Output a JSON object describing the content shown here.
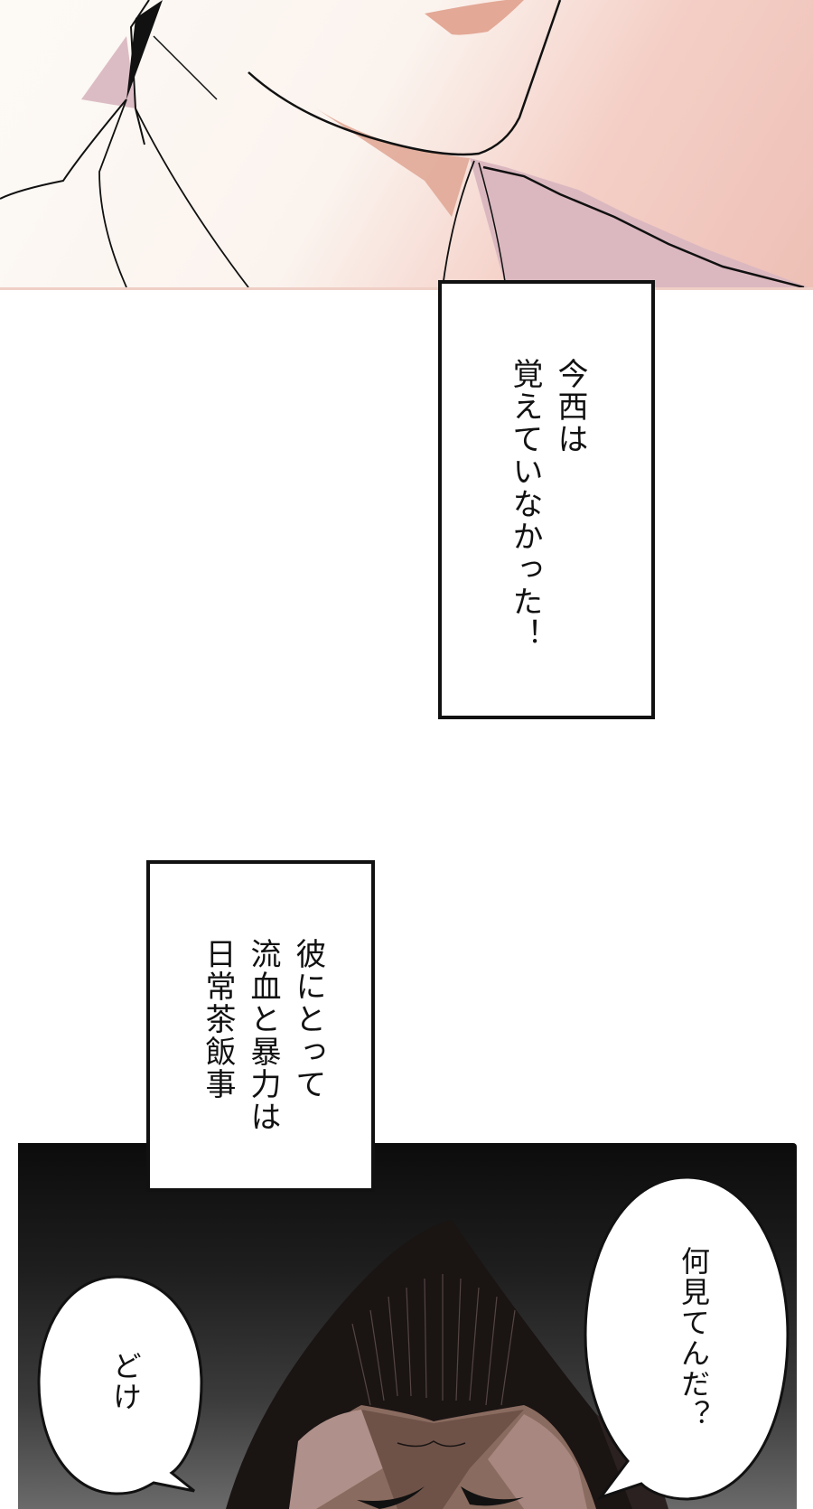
{
  "panels": [
    {
      "id": "panel-top",
      "description": "close-up of a man's chin and neck with white collar, pink background"
    },
    {
      "id": "panel-dark",
      "description": "dark panel with a menacing man with pompadour hair"
    }
  ],
  "narration": [
    {
      "id": "narr1",
      "lines": [
        "今西は",
        "覚えていなかった！"
      ],
      "text": "今西は\n覚えていなかった！"
    },
    {
      "id": "narr2",
      "lines": [
        "彼にとって",
        "流血と暴力は",
        "日常茶飯事"
      ]
    }
  ],
  "dialogue": [
    {
      "id": "bubble-right",
      "text": "何見てんだ？"
    },
    {
      "id": "bubble-left",
      "text": "どけ"
    }
  ],
  "colors": {
    "skin_light": "#fdf8f3",
    "background_pink": "#f1c6bc",
    "shirt_shadow": "#dbb8c0",
    "dark_bg": "#111111",
    "face_shadow": "#6e5248"
  }
}
